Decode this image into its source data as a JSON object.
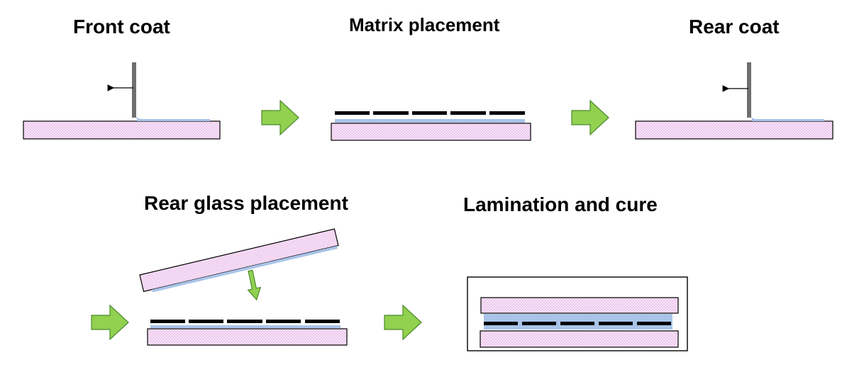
{
  "steps": [
    {
      "id": "front-coat",
      "title": "Front coat"
    },
    {
      "id": "matrix-placement",
      "title": "Matrix placement"
    },
    {
      "id": "rear-coat",
      "title": "Rear coat"
    },
    {
      "id": "rear-glass-placement",
      "title": "Rear glass placement"
    },
    {
      "id": "lamination-and-cure",
      "title": "Lamination and cure"
    }
  ],
  "colors": {
    "glass_fill": "#f6ddf6",
    "glass_pattern": "#d9a8d9",
    "coating": "#a9c4e8",
    "arrow_fill": "#92d050",
    "arrow_stroke": "#4a8a2a",
    "blade": "#6e6e6e",
    "matrix": "#000000",
    "outline": "#000000"
  },
  "flow": [
    "front-coat",
    "matrix-placement",
    "rear-coat",
    "rear-glass-placement",
    "lamination-and-cure"
  ]
}
